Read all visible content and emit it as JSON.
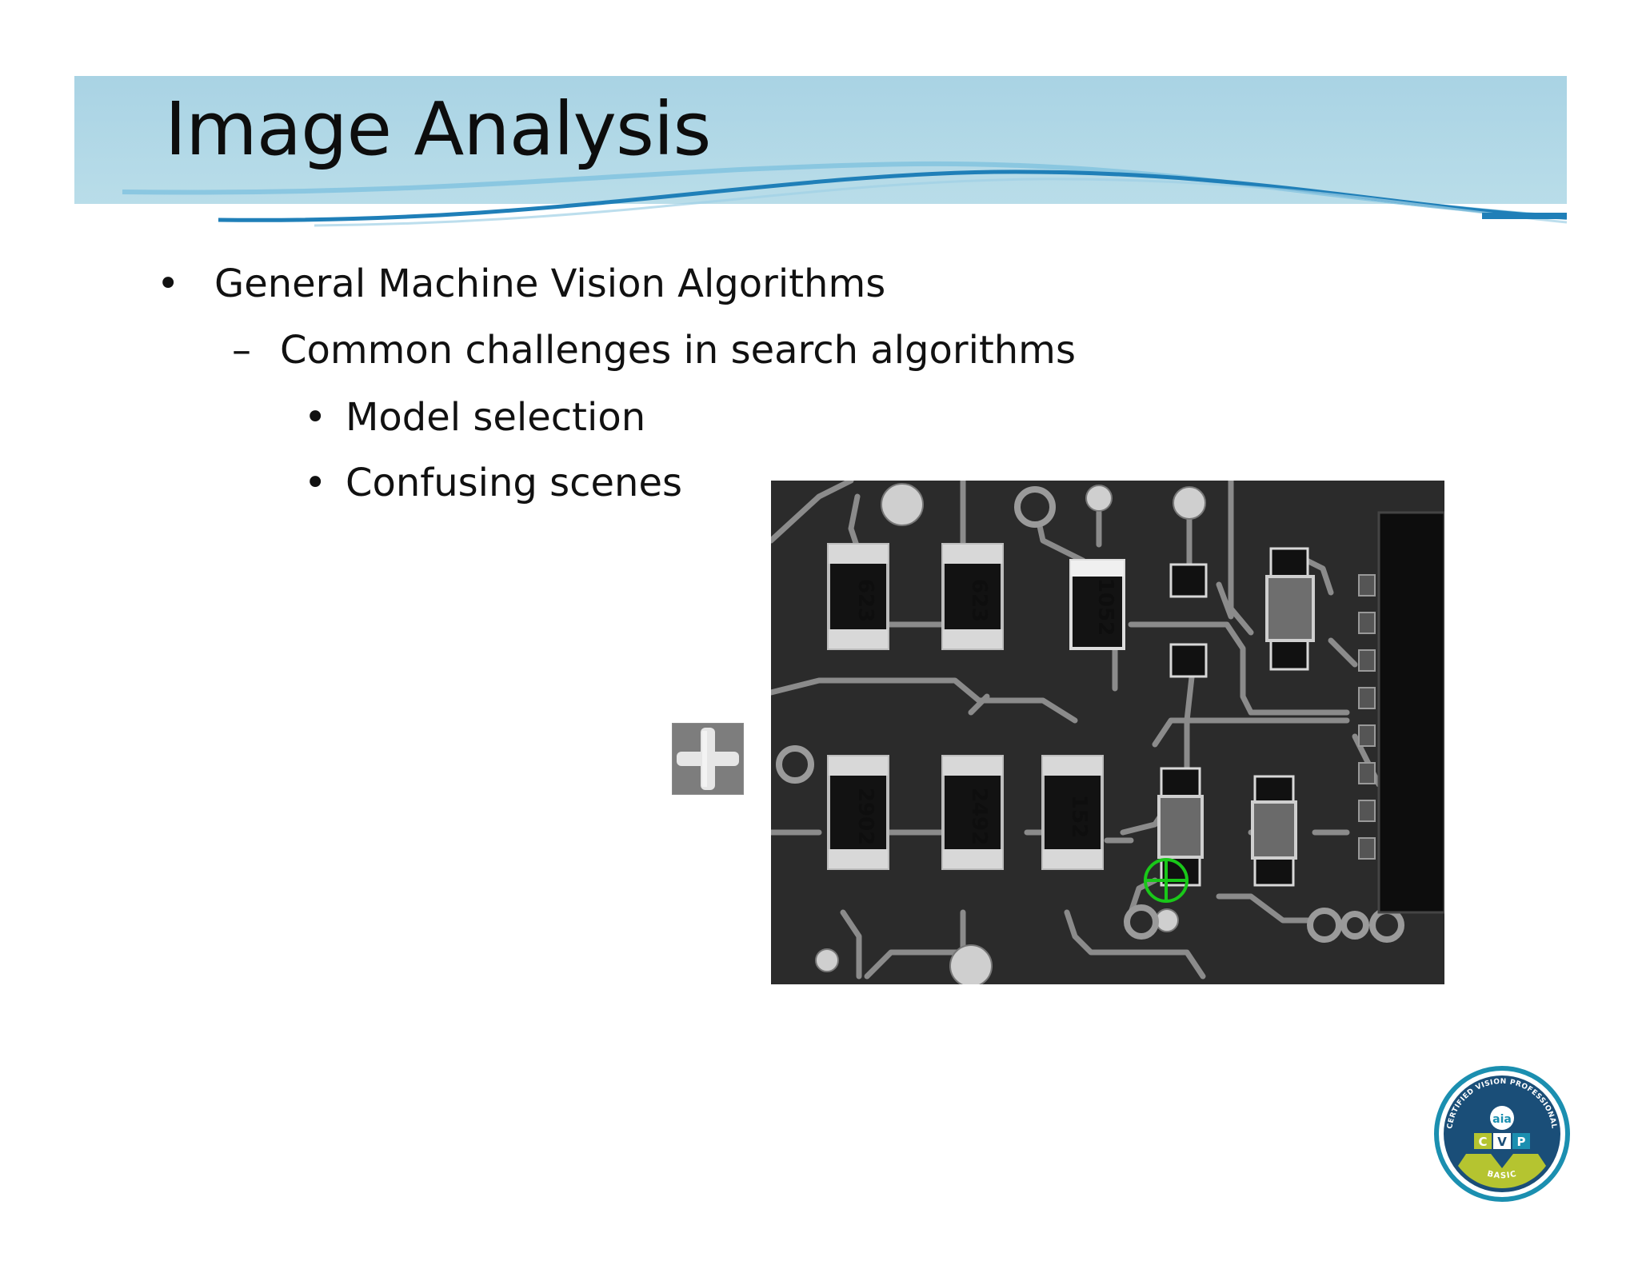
{
  "slide": {
    "title": "Image Analysis",
    "bullets": [
      {
        "marker": "•",
        "text": "General Machine Vision Algorithms"
      },
      {
        "marker": "–",
        "text": "Common challenges in search algorithms"
      },
      {
        "marker": "•",
        "text": "Model selection"
      },
      {
        "marker": "•",
        "text": "Confusing scenes"
      }
    ]
  },
  "scene": {
    "resistor_labels": [
      "623",
      "623",
      "1052",
      "2902",
      "2492",
      "152"
    ],
    "match_marker_color": "#19c819"
  },
  "logo": {
    "ring_text": "CERTIFIED VISION PROFESSIONAL",
    "brand": "aia",
    "letters": [
      "C",
      "V",
      "P"
    ],
    "level": "BASIC"
  },
  "colors": {
    "title_band": "#b2d9e7",
    "wave": "#1f7fb8",
    "logo_teal": "#1b8fb0",
    "logo_green": "#b5c430"
  }
}
